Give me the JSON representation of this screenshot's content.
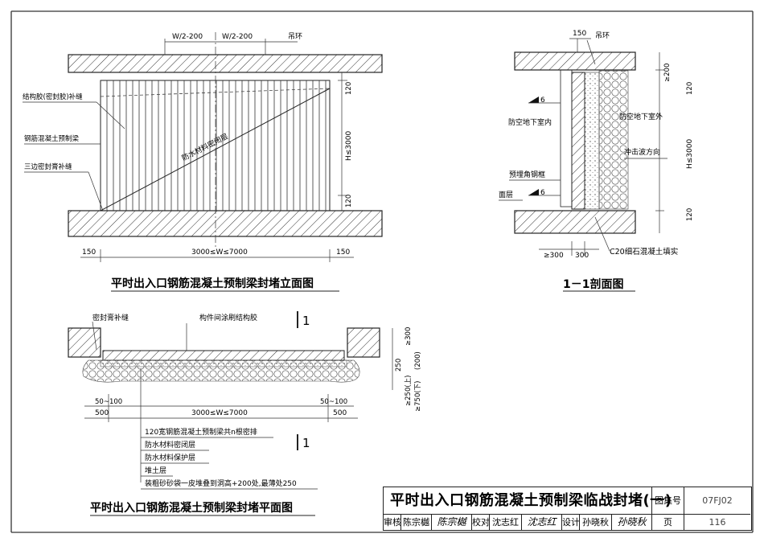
{
  "elevation": {
    "title": "平时出入口钢筋混凝土预制梁封堵立面图",
    "dim_top_left": "W/2-200",
    "dim_top_right": "W/2-200",
    "label_hook": "吊环",
    "label_structural_glue": "结构胶(密封胶)补缝",
    "label_precast_beam": "钢筋混凝土预制梁",
    "label_sealant_three_sides": "三边密封膏补缝",
    "label_waterproof_layer": "防水材料密闭层",
    "dim_120_top": "120",
    "dim_height": "H≤3000",
    "dim_120_bottom": "120",
    "dim_150_left": "150",
    "dim_width": "3000≤W≤7000",
    "dim_150_right": "150"
  },
  "section": {
    "title": "1－1剖面图",
    "dim_150": "150",
    "label_hook": "吊环",
    "dim_200": "≥200",
    "dim_120_top": "120",
    "weld_6_top": "6",
    "label_indoor": "防空地下室内",
    "label_outdoor": "防空地下室外",
    "label_shock_direction": "冲击波方向",
    "dim_height": "H≤3000",
    "label_embedded_angle": "预埋角钢框",
    "label_surface": "面层",
    "weld_6_bottom": "6",
    "dim_120_bottom": "120",
    "dim_300": "≥300",
    "dim_300b": "300",
    "label_c20": "C20细石混凝土填实"
  },
  "plan": {
    "title": "平时出入口钢筋混凝土预制梁封堵平面图",
    "label_sealant": "密封膏补缝",
    "label_glue": "构件间涂刷结构胶",
    "section_mark_top": "1",
    "section_mark_bottom": "1",
    "dim_300": "≥300",
    "dim_250": "250",
    "dim_200": "(200)",
    "dim_250_up": "≥250(上)",
    "dim_750_down": "≥750(下)",
    "dim_50_100_left": "50~100",
    "dim_50_100_right": "50~100",
    "dim_500_left": "500",
    "dim_width": "3000≤W≤7000",
    "dim_500_right": "500",
    "legend": [
      "120宽钢筋混凝土预制梁共n根密排",
      "防水材料密闭层",
      "防水材料保护层",
      "堆土层",
      "装粗砂砂袋一皮堆叠到洞高+200处,最薄处250"
    ]
  },
  "title_block": {
    "main_title": "平时出入口钢筋混凝土预制梁临战封堵(一)",
    "atlas_label": "图集号",
    "atlas_no": "07FJ02",
    "review_label": "审核",
    "review_name": "陈宗樾",
    "review_sig": "陈宗樾",
    "check_label": "校对",
    "check_name": "沈志红",
    "check_sig": "沈志红",
    "design_label": "设计",
    "design_name": "孙晓秋",
    "design_sig": "孙晓秋",
    "page_label": "页",
    "page_no": "116"
  }
}
